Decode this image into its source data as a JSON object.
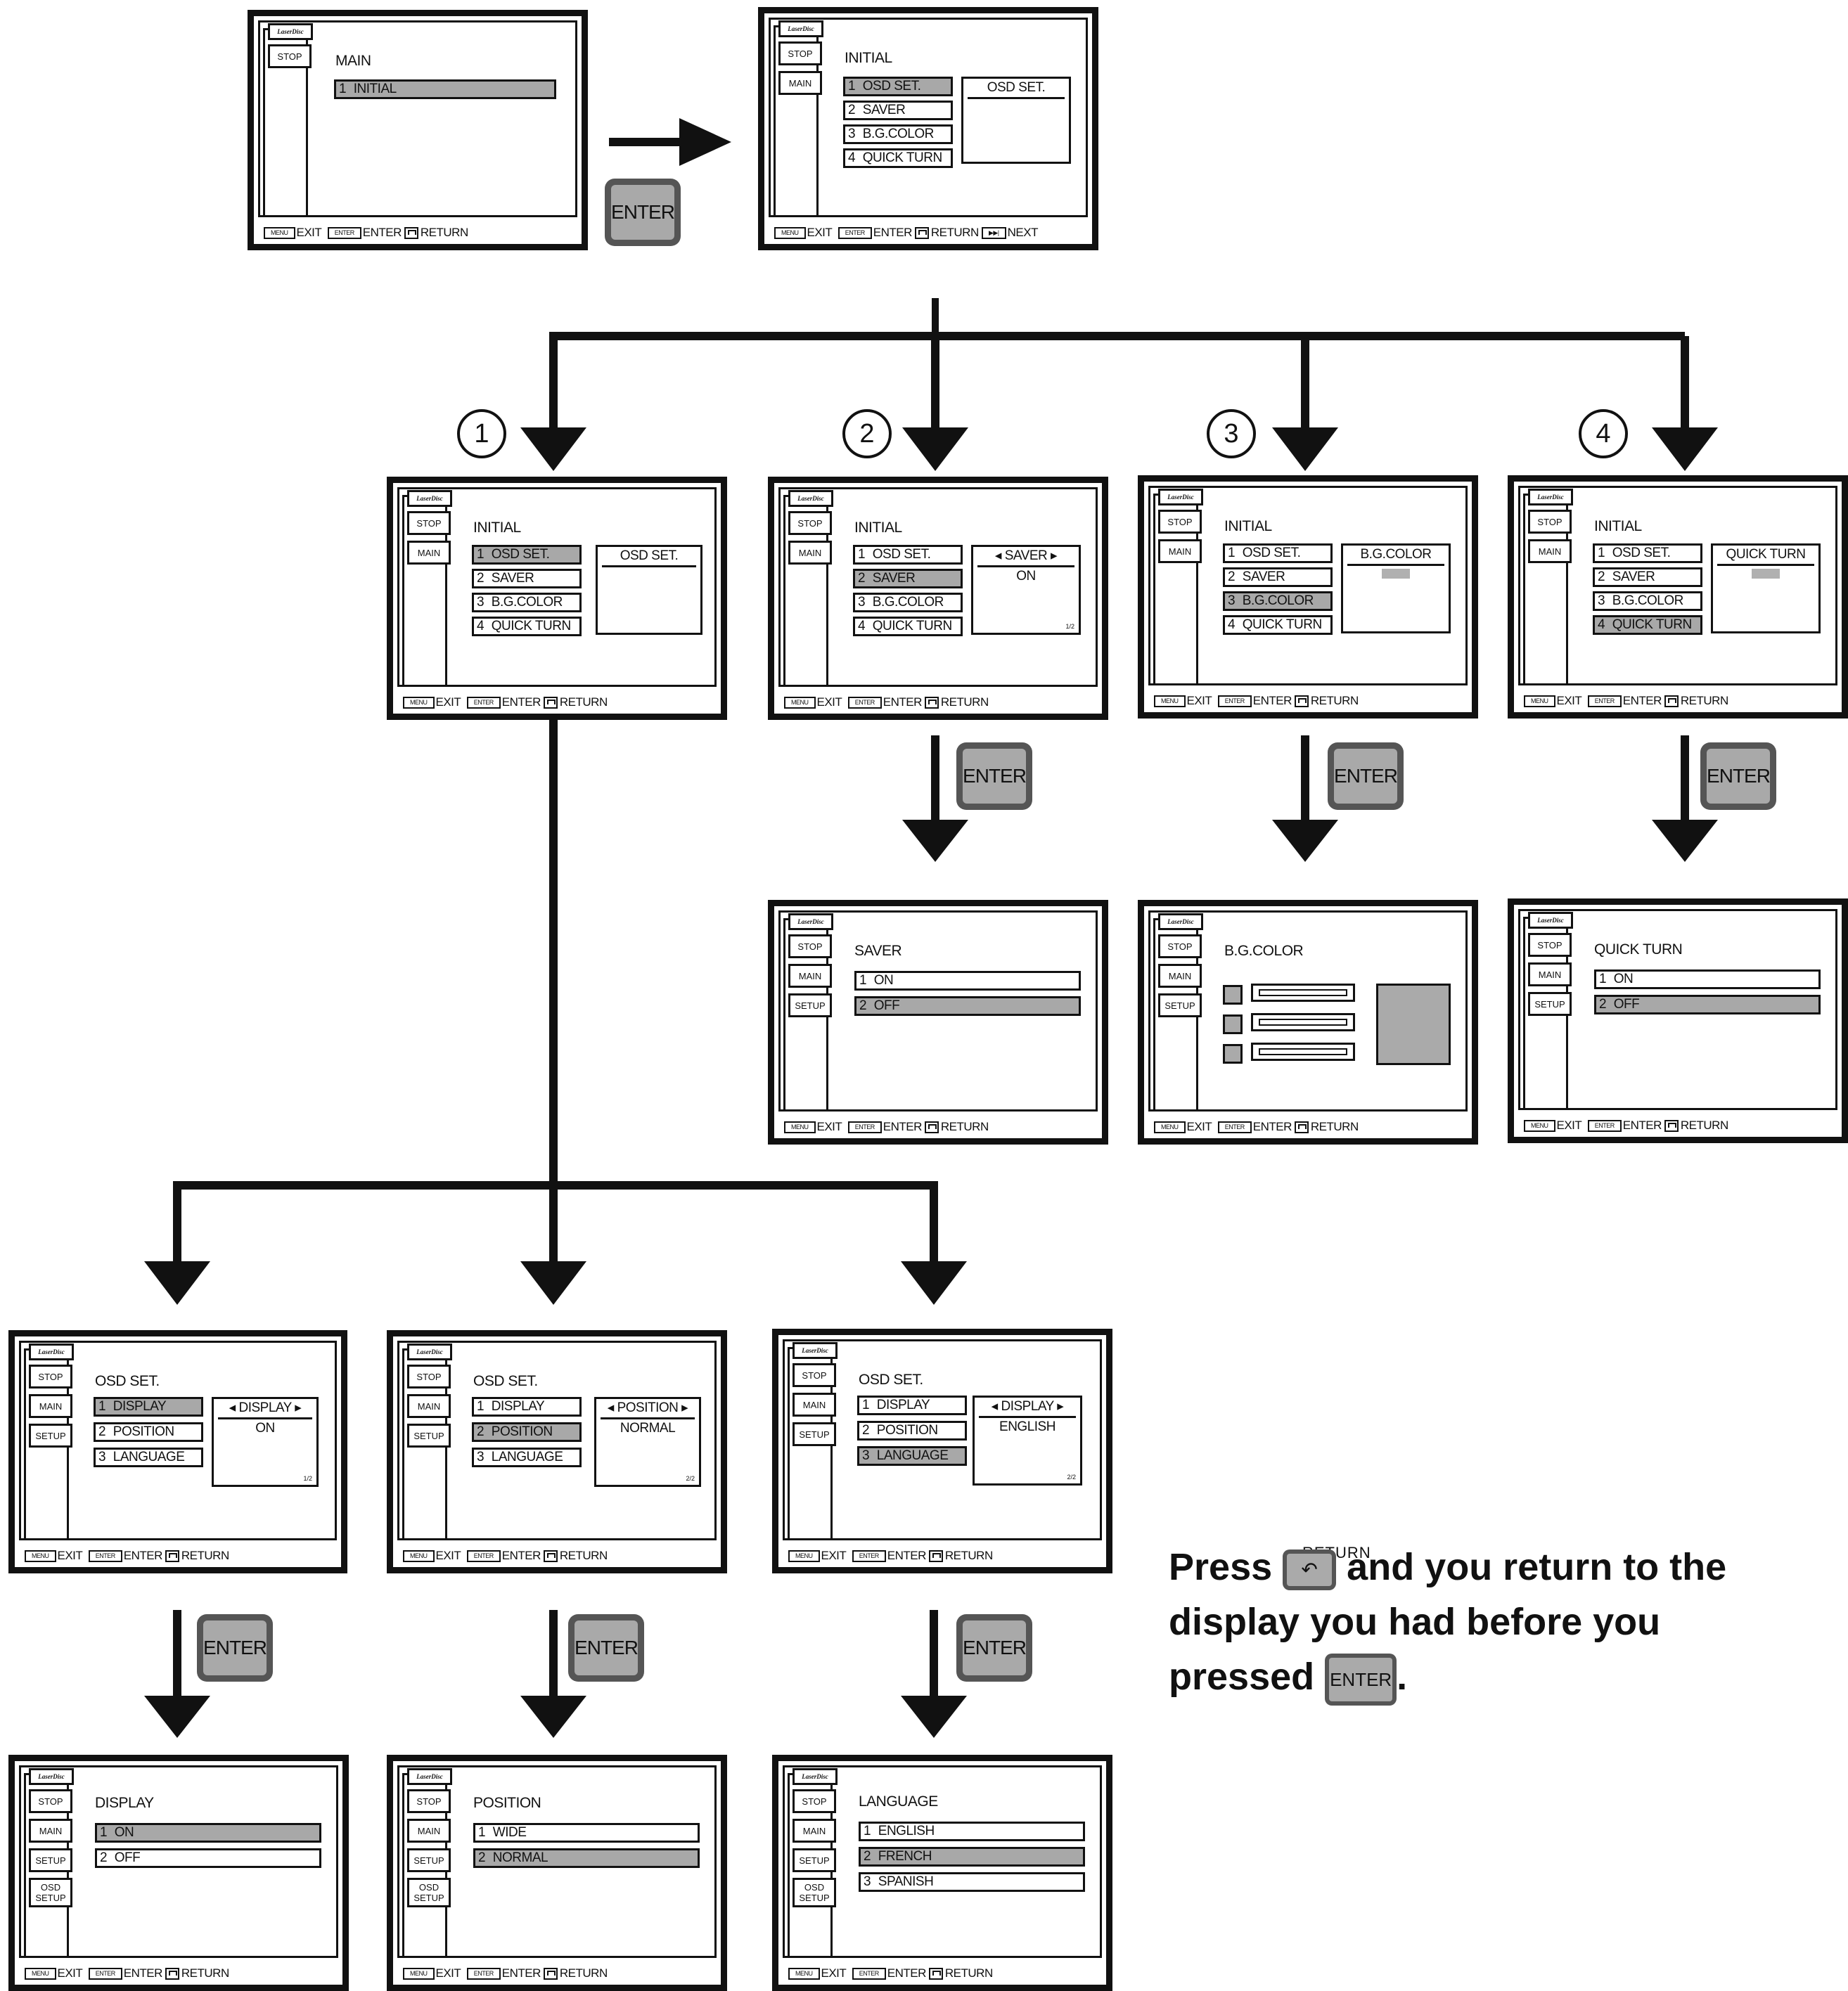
{
  "labels": {
    "logo": "LaserDisc",
    "stop": "STOP",
    "main": "MAIN",
    "setup": "SETUP",
    "osd_setup": "OSD SETUP",
    "menu_key": "MENU",
    "enter_key": "ENTER",
    "exit": "EXIT",
    "enter": "ENTER",
    "return": "RETURN",
    "next": "NEXT"
  },
  "enter_button": "ENTER",
  "badges": [
    "1",
    "2",
    "3",
    "4"
  ],
  "screens": {
    "s0": {
      "title": "MAIN",
      "items": [
        {
          "n": "1",
          "t": "INITIAL"
        }
      ]
    },
    "s1": {
      "title": "INITIAL",
      "items": [
        {
          "n": "1",
          "t": "OSD SET."
        },
        {
          "n": "2",
          "t": "SAVER"
        },
        {
          "n": "3",
          "t": "B.G.COLOR"
        },
        {
          "n": "4",
          "t": "QUICK TURN"
        }
      ],
      "box": "OSD SET."
    },
    "b1": {
      "title": "INITIAL",
      "items": [
        {
          "n": "1",
          "t": "OSD SET."
        },
        {
          "n": "2",
          "t": "SAVER"
        },
        {
          "n": "3",
          "t": "B.G.COLOR"
        },
        {
          "n": "4",
          "t": "QUICK TURN"
        }
      ],
      "box": "OSD SET."
    },
    "b2": {
      "title": "INITIAL",
      "items": [
        {
          "n": "1",
          "t": "OSD SET."
        },
        {
          "n": "2",
          "t": "SAVER"
        },
        {
          "n": "3",
          "t": "B.G.COLOR"
        },
        {
          "n": "4",
          "t": "QUICK TURN"
        }
      ],
      "box": "◂  SAVER  ▸",
      "value": "ON",
      "page": "1/2"
    },
    "b3": {
      "title": "INITIAL",
      "items": [
        {
          "n": "1",
          "t": "OSD SET."
        },
        {
          "n": "2",
          "t": "SAVER"
        },
        {
          "n": "3",
          "t": "B.G.COLOR"
        },
        {
          "n": "4",
          "t": "QUICK TURN"
        }
      ],
      "box": "B.G.COLOR"
    },
    "b4": {
      "title": "INITIAL",
      "items": [
        {
          "n": "1",
          "t": "OSD SET."
        },
        {
          "n": "2",
          "t": "SAVER"
        },
        {
          "n": "3",
          "t": "B.G.COLOR"
        },
        {
          "n": "4",
          "t": "QUICK TURN"
        }
      ],
      "box": "QUICK TURN"
    },
    "saver": {
      "title": "SAVER",
      "items": [
        {
          "n": "1",
          "t": "ON"
        },
        {
          "n": "2",
          "t": "OFF"
        }
      ]
    },
    "bgcolor": {
      "title": "B.G.COLOR"
    },
    "quick": {
      "title": "QUICK TURN",
      "items": [
        {
          "n": "1",
          "t": "ON"
        },
        {
          "n": "2",
          "t": "OFF"
        }
      ]
    },
    "o1": {
      "title": "OSD SET.",
      "items": [
        {
          "n": "1",
          "t": "DISPLAY"
        },
        {
          "n": "2",
          "t": "POSITION"
        },
        {
          "n": "3",
          "t": "LANGUAGE"
        }
      ],
      "box": "◂ DISPLAY ▸",
      "value": "ON",
      "page": "1/2"
    },
    "o2": {
      "title": "OSD SET.",
      "items": [
        {
          "n": "1",
          "t": "DISPLAY"
        },
        {
          "n": "2",
          "t": "POSITION"
        },
        {
          "n": "3",
          "t": "LANGUAGE"
        }
      ],
      "box": "◂ POSITION ▸",
      "value": "NORMAL",
      "page": "2/2"
    },
    "o3": {
      "title": "OSD SET.",
      "items": [
        {
          "n": "1",
          "t": "DISPLAY"
        },
        {
          "n": "2",
          "t": "POSITION"
        },
        {
          "n": "3",
          "t": "LANGUAGE"
        }
      ],
      "box": "◂ DISPLAY ▸",
      "value": "ENGLISH",
      "page": "2/2"
    },
    "display": {
      "title": "DISPLAY",
      "items": [
        {
          "n": "1",
          "t": "ON"
        },
        {
          "n": "2",
          "t": "OFF"
        }
      ]
    },
    "position": {
      "title": "POSITION",
      "items": [
        {
          "n": "1",
          "t": "WIDE"
        },
        {
          "n": "2",
          "t": "NORMAL"
        }
      ]
    },
    "language": {
      "title": "LANGUAGE",
      "items": [
        {
          "n": "1",
          "t": "ENGLISH"
        },
        {
          "n": "2",
          "t": "FRENCH"
        },
        {
          "n": "3",
          "t": "SPANISH"
        }
      ]
    }
  },
  "note": {
    "press": "Press",
    "return_caption": "RETURN",
    "line1_rest": "and you return to the",
    "line2": "display you had before you",
    "pressed": "pressed",
    "enter": "ENTER",
    "period": "."
  }
}
